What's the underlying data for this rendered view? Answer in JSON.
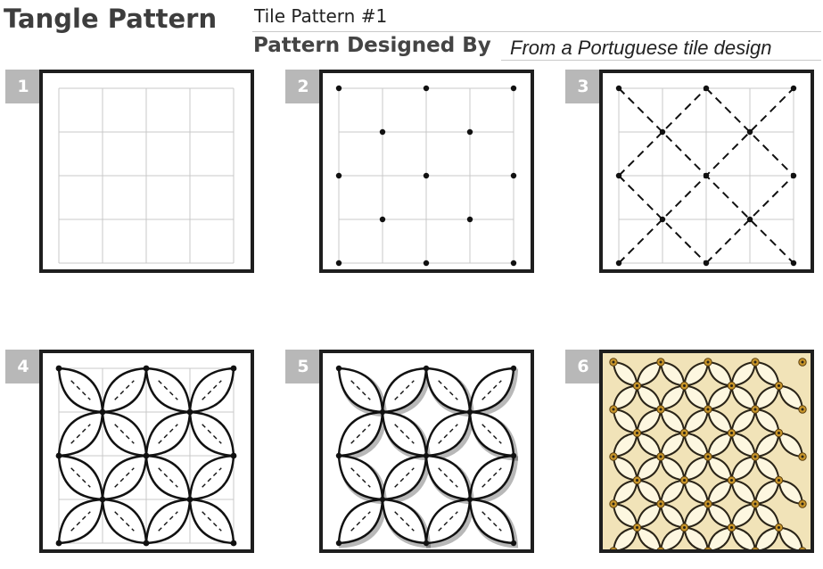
{
  "header": {
    "title": "Tangle Pattern",
    "pattern_name": "Tile Pattern #1",
    "designed_by_label": "Pattern Designed By",
    "designer": "From a Portuguese tile design"
  },
  "steps": [
    {
      "number": "1"
    },
    {
      "number": "2"
    },
    {
      "number": "3"
    },
    {
      "number": "4"
    },
    {
      "number": "5"
    },
    {
      "number": "6"
    }
  ],
  "colors": {
    "badge": "#b8b8b8",
    "frame": "#1e1e1e",
    "ink": "#111111",
    "pencil": "#c8c8c8",
    "tile_bg": "#f1e3b8",
    "accent_gold": "#c9962a"
  }
}
